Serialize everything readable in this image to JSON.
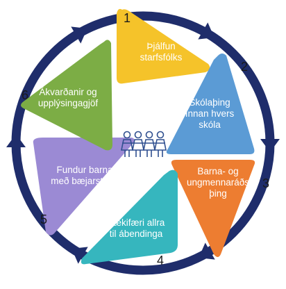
{
  "colors": {
    "ring": "#1f2d6b",
    "yellow": "#f5c32a",
    "blue": "#5b9bd5",
    "orange": "#ed7d31",
    "teal": "#36b6be",
    "purple": "#9b8ad4",
    "green": "#7cad45",
    "icon": "#2f4f8f"
  },
  "center_icon": "group-of-people-icon",
  "steps": [
    {
      "number": "1",
      "lines": [
        "Þjálfun",
        "starfsfólks"
      ],
      "color": "yellow"
    },
    {
      "number": "2",
      "lines": [
        "Skólaþing",
        "Innan hvers",
        "skóla"
      ],
      "color": "blue"
    },
    {
      "number": "3",
      "lines": [
        "Barna- og",
        "ungmennaráðs",
        "þing"
      ],
      "color": "orange"
    },
    {
      "number": "4",
      "lines": [
        "Tækifæri allra",
        "til ábendinga"
      ],
      "color": "teal"
    },
    {
      "number": "5",
      "lines": [
        "Fundur barna",
        "með bæjarstjórn"
      ],
      "color": "purple"
    },
    {
      "number": "6",
      "lines": [
        "Ákvarðanir og",
        "upplýsingagjöf"
      ],
      "color": "green"
    }
  ]
}
